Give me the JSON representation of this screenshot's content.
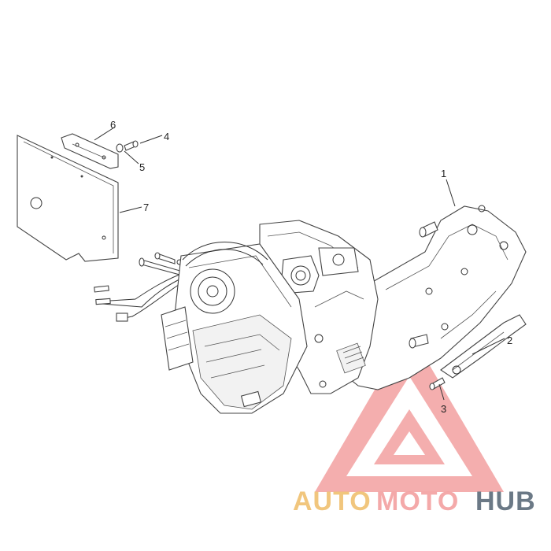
{
  "callouts": [
    {
      "id": "1",
      "label": "1"
    },
    {
      "id": "2",
      "label": "2"
    },
    {
      "id": "3",
      "label": "3"
    },
    {
      "id": "4",
      "label": "4"
    },
    {
      "id": "5",
      "label": "5"
    },
    {
      "id": "6",
      "label": "6"
    },
    {
      "id": "7",
      "label": "7"
    }
  ],
  "watermark": {
    "part1": "AUTO",
    "part2": "MOTO",
    "part3": "HUB",
    "color_primary": "#f3a0a0",
    "color_secondary": "#f0c070",
    "color_dark": "#5b6b7a"
  }
}
